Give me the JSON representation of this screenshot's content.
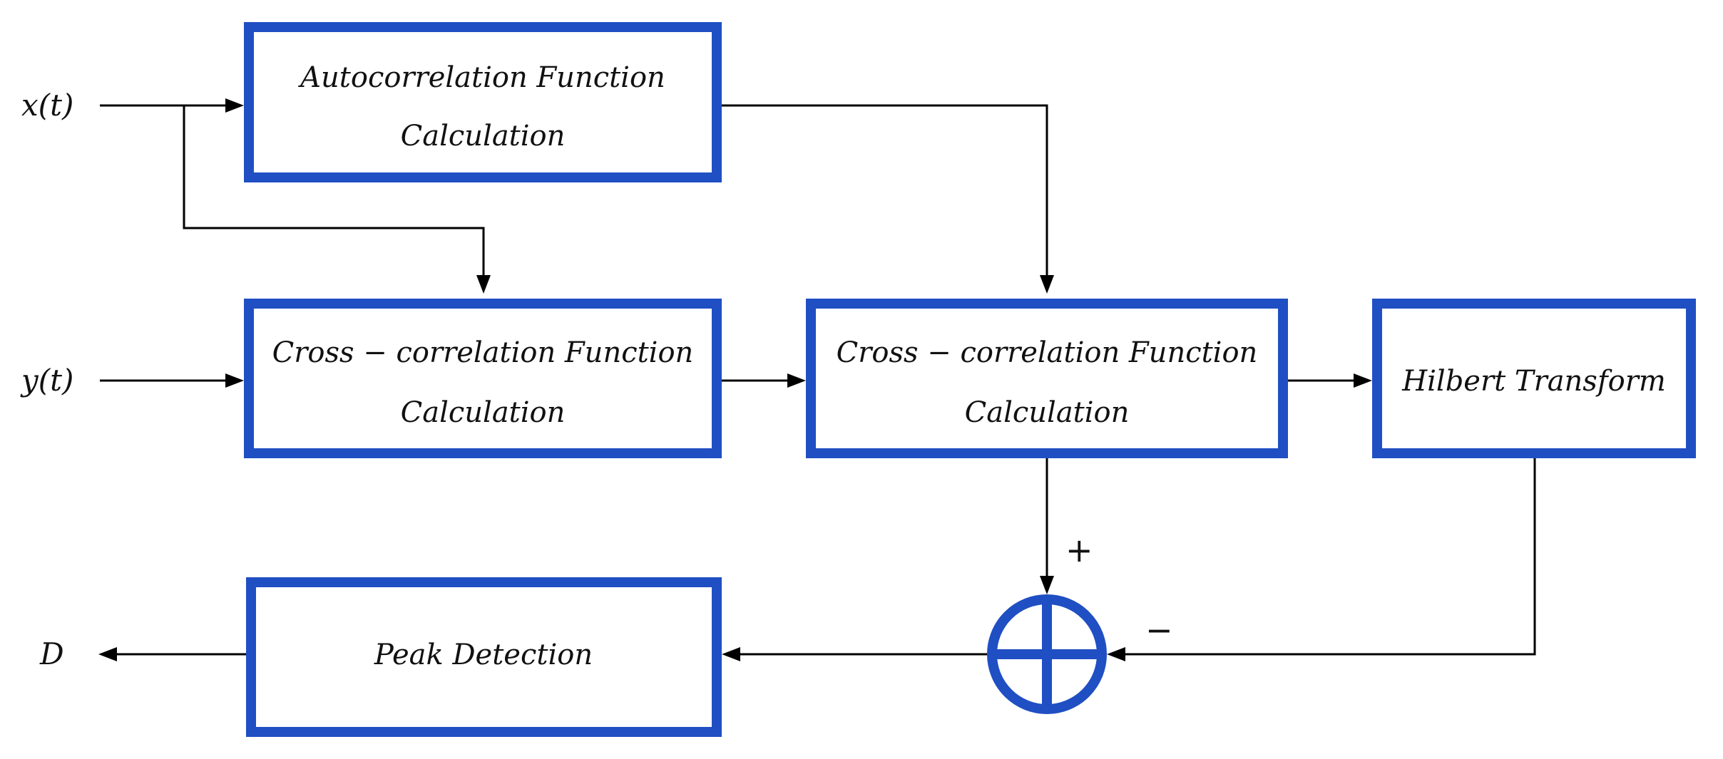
{
  "inputs": {
    "x": "x(t)",
    "y": "y(t)"
  },
  "output": {
    "d": "D"
  },
  "blocks": {
    "autocorrelation": {
      "line1": "Autocorrelation Function",
      "line2": "Calculation"
    },
    "cross_correlation_1": {
      "line1": "Cross − correlation Function",
      "line2": "Calculation"
    },
    "cross_correlation_2": {
      "line1": "Cross − correlation Function",
      "line2": "Calculation"
    },
    "hilbert": {
      "label": "Hilbert Transform"
    },
    "peak_detection": {
      "label": "Peak Detection"
    }
  },
  "summing_junction": {
    "plus": "+",
    "minus": "−"
  },
  "colors": {
    "block_border": "#1f4fc3",
    "wire": "#000000"
  }
}
